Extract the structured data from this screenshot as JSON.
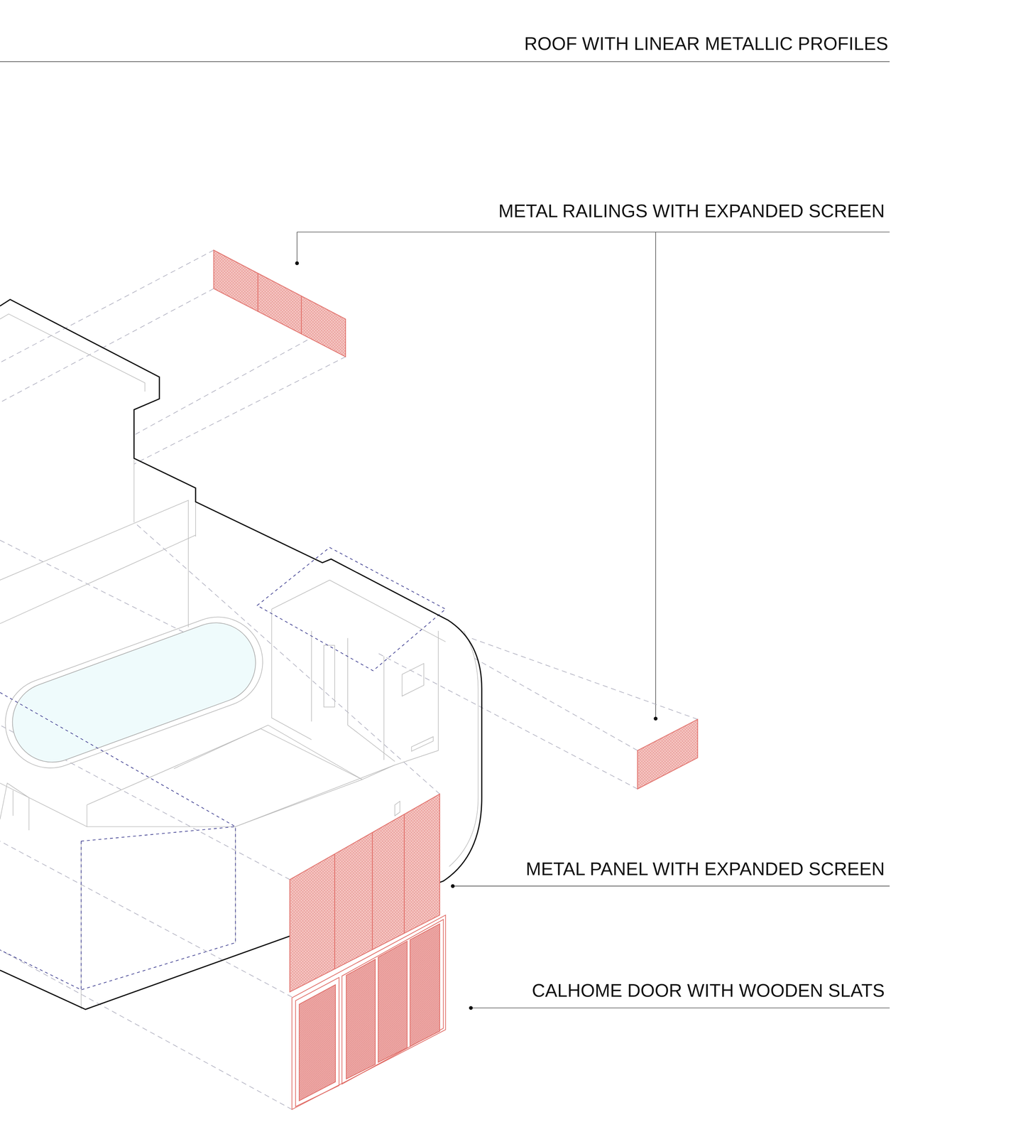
{
  "diagram": {
    "labels": [
      "ROOF WITH LINEAR METALLIC PROFILES",
      "METAL RAILINGS WITH EXPANDED SCREEN",
      "METAL PANEL WITH EXPANDED SCREEN",
      "CALHOME DOOR WITH WOODEN SLATS"
    ]
  }
}
